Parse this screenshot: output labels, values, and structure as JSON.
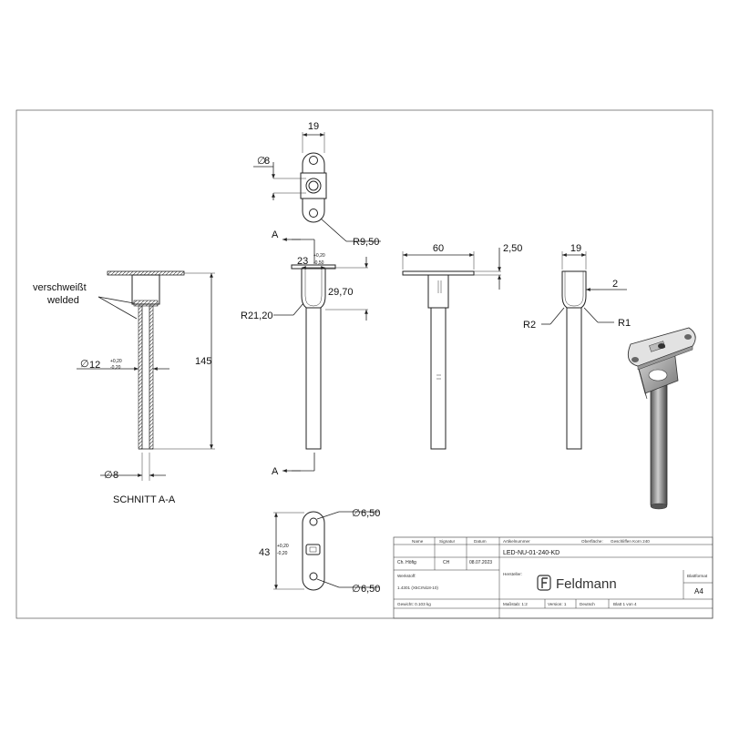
{
  "dimensions": {
    "top_width": "19",
    "top_hole": "8",
    "top_radius": "R9,50",
    "front_width": "23",
    "front_tol_plus": "+0,20",
    "front_tol_minus": "-0,50",
    "front_height": "29,70",
    "front_radius": "R21,20",
    "section_arrow_top": "A",
    "section_arrow_bottom": "A",
    "side_width": "60",
    "side_thickness": "2,50",
    "right_width": "19",
    "right_wall": "2",
    "right_r2": "R2",
    "right_r1": "R1",
    "section_tube_diam": "12",
    "section_tube_tol_plus": "+0,20",
    "section_tube_tol_minus": "-0,20",
    "section_length": "145",
    "section_inner_diam": "8",
    "bottom_hole_top": "6,50",
    "bottom_hole_bottom": "6,50",
    "bottom_length": "43",
    "bottom_tol_plus": "+0,20",
    "bottom_tol_minus": "-0,20",
    "diam_symbol": "∅"
  },
  "annotations": {
    "weld_de": "verschweißt",
    "weld_en": "welded",
    "section_title": "SCHNITT A-A"
  },
  "title_block": {
    "hdr_name": "Name",
    "hdr_signature": "Signatur",
    "hdr_date": "Datum",
    "hdr_article": "Artikelnummer",
    "hdr_surface": "Oberfläche:",
    "surface_value": "Geschliffen Korn 240",
    "checker": "Ch. Höfig",
    "signature": "CH",
    "date": "08.07.2023",
    "article_number": "LED-NU-01-240-KD",
    "material_label": "Werkstoff:",
    "material_value": "1.4301 (X5CrNi18-10)",
    "maker_label": "Hersteller:",
    "brand": "Feldmann",
    "format_label": "Blattformat",
    "format_value": "A4",
    "weight": "Gewicht: 0.103 kg",
    "scale": "Maßstab: 1:2",
    "version": "Version: 1",
    "language": "Deutsch",
    "sheet": "Blatt 1 von 4"
  },
  "colors": {
    "line": "#222222",
    "frame": "#555555",
    "brand": "#333333"
  }
}
